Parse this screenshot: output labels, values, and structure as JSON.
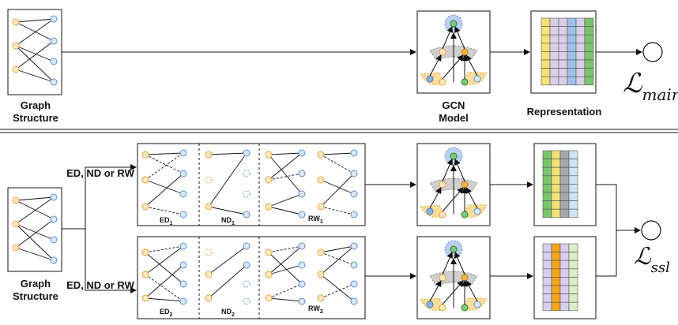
{
  "top": {
    "graph_label": "Graph\nStructure",
    "gcn_label": "GCN\nModel",
    "repr_label": "Representation",
    "loss": {
      "symbol": "ℒ",
      "subscript": "main"
    }
  },
  "bottom": {
    "graph_label": "Graph\nStructure",
    "edge_label_top": "ED, ND or RW",
    "edge_label_bottom": "ED, ND or RW",
    "aug_top": [
      {
        "base": "ED",
        "sub": "1"
      },
      {
        "base": "ND",
        "sub": "1"
      },
      {
        "base": "RW",
        "sub": "1"
      }
    ],
    "aug_bottom": [
      {
        "base": "ED",
        "sub": "2"
      },
      {
        "base": "ND",
        "sub": "2"
      },
      {
        "base": "RW",
        "sub": "2"
      }
    ],
    "loss": {
      "symbol": "ℒ",
      "subscript": "ssl"
    }
  },
  "colors": {
    "orange_node": "#f5b342",
    "blue_node": "#8fb4e3",
    "green_node": "#7fc97f",
    "yellow_cell": "#f2e27a",
    "lavender_cell": "#d9cfe8",
    "blue_cell": "#9fc0ea",
    "green_cell": "#7cc36e",
    "gray_cell": "#a8a8a8",
    "orange_cell": "#f2a51d"
  }
}
